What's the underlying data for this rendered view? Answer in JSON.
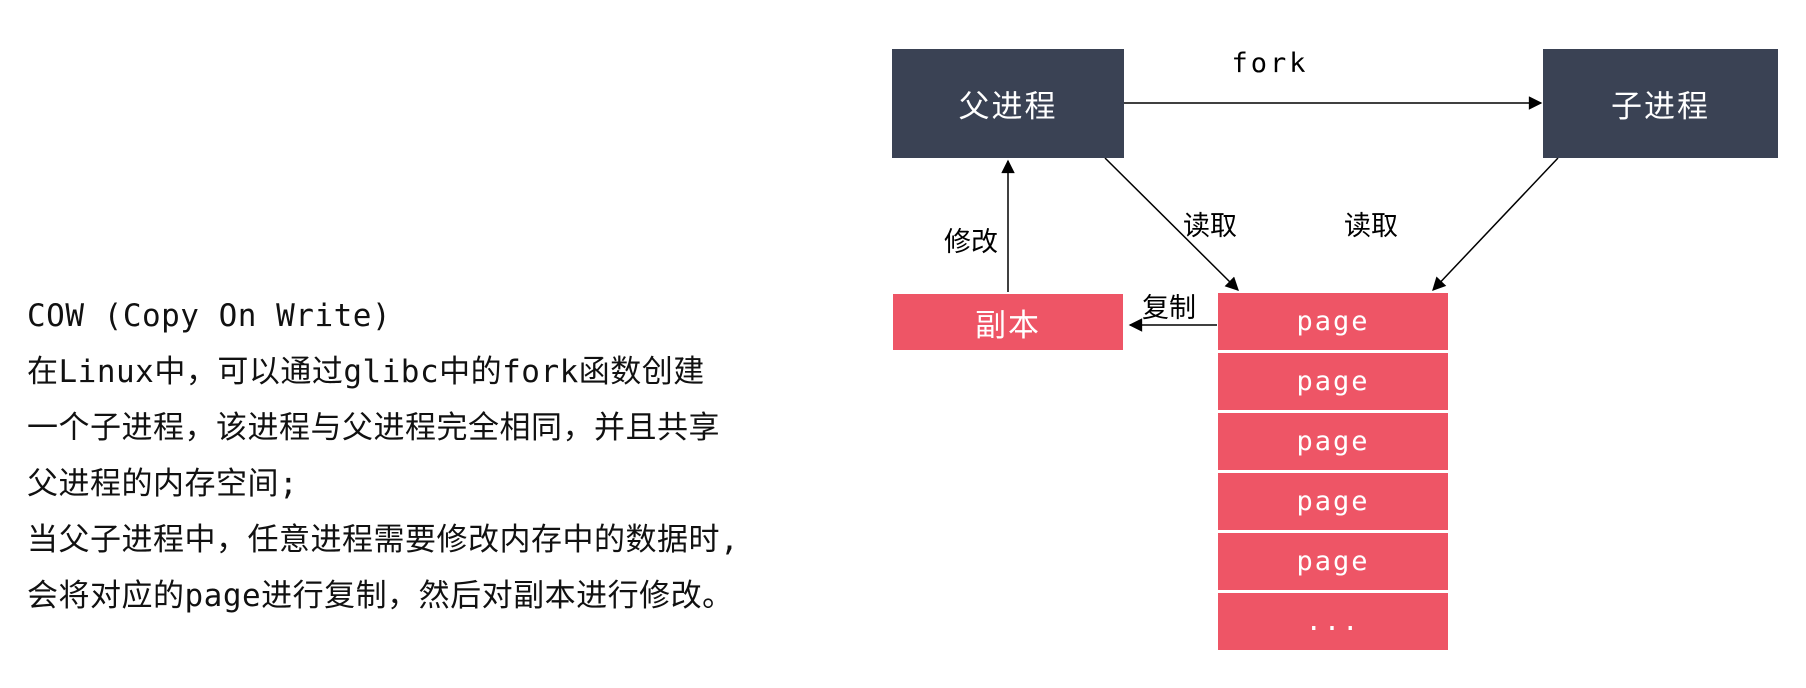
{
  "notes": {
    "lines": [
      "COW (Copy On Write)",
      "在Linux中，可以通过glibc中的fork函数创建",
      "一个子进程，该进程与父进程完全相同，并且共享",
      "父进程的内存空间;",
      "当父子进程中，任意进程需要修改内存中的数据时,",
      "会将对应的page进行复制，然后对副本进行修改。"
    ]
  },
  "diagram": {
    "parent_process_label": "父进程",
    "child_process_label": "子进程",
    "copy_box_label": "副本",
    "arrow_labels": {
      "fork": "fork",
      "modify": "修改",
      "read_left": "读取",
      "read_right": "读取",
      "copy": "复制"
    },
    "pages": [
      "page",
      "page",
      "page",
      "page",
      "page",
      "..."
    ]
  },
  "colors": {
    "process_box": "#3a4254",
    "page_box": "#ee5566",
    "box_text": "#ffffff",
    "arrow": "#000000",
    "note_text": "#111111",
    "background": "#ffffff"
  }
}
